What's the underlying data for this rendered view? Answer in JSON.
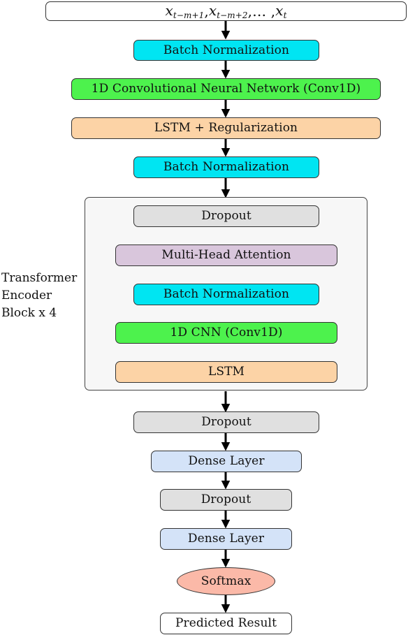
{
  "input": {
    "x1_base": "x",
    "x1_sub": "t−m+1",
    "x2_base": "x",
    "x2_sub": "t−m+2",
    "ellipsis": "…",
    "x3_base": "x",
    "x3_sub": "t",
    "separator": ", "
  },
  "nodes": [
    {
      "id": "batch-norm-1",
      "label": "Batch Normalization",
      "color": "#00e5f2"
    },
    {
      "id": "conv1d-main",
      "label": "1D Convolutional Neural Network (Conv1D)",
      "color": "#4df24d"
    },
    {
      "id": "lstm-reg",
      "label": "LSTM + Regularization",
      "color": "#fcd3a6"
    },
    {
      "id": "batch-norm-2",
      "label": "Batch Normalization",
      "color": "#00e5f2"
    }
  ],
  "transformer_block": {
    "label": "Transformer\nEncoder\nBlock x 4",
    "background": "#f7f7f7",
    "nodes": [
      {
        "id": "tf-dropout",
        "label": "Dropout",
        "color": "#e0e0e0"
      },
      {
        "id": "tf-mha",
        "label": "Multi-Head Attention",
        "color": "#d9c6dc"
      },
      {
        "id": "tf-batch-norm",
        "label": "Batch Normalization",
        "color": "#00e5f2"
      },
      {
        "id": "tf-conv1d",
        "label": "1D CNN (Conv1D)",
        "color": "#4df24d"
      },
      {
        "id": "tf-lstm",
        "label": "LSTM",
        "color": "#fcd3a6"
      }
    ]
  },
  "tail_nodes": [
    {
      "id": "dropout-1",
      "label": "Dropout",
      "color": "#e0e0e0"
    },
    {
      "id": "dense-1",
      "label": "Dense Layer",
      "color": "#d4e3f8"
    },
    {
      "id": "dropout-2",
      "label": "Dropout",
      "color": "#e0e0e0"
    },
    {
      "id": "dense-2",
      "label": "Dense Layer",
      "color": "#d4e3f8"
    },
    {
      "id": "softmax",
      "label": "Softmax",
      "color": "#fbb9a8"
    },
    {
      "id": "result",
      "label": "Predicted Result",
      "color": "#ffffff"
    }
  ]
}
